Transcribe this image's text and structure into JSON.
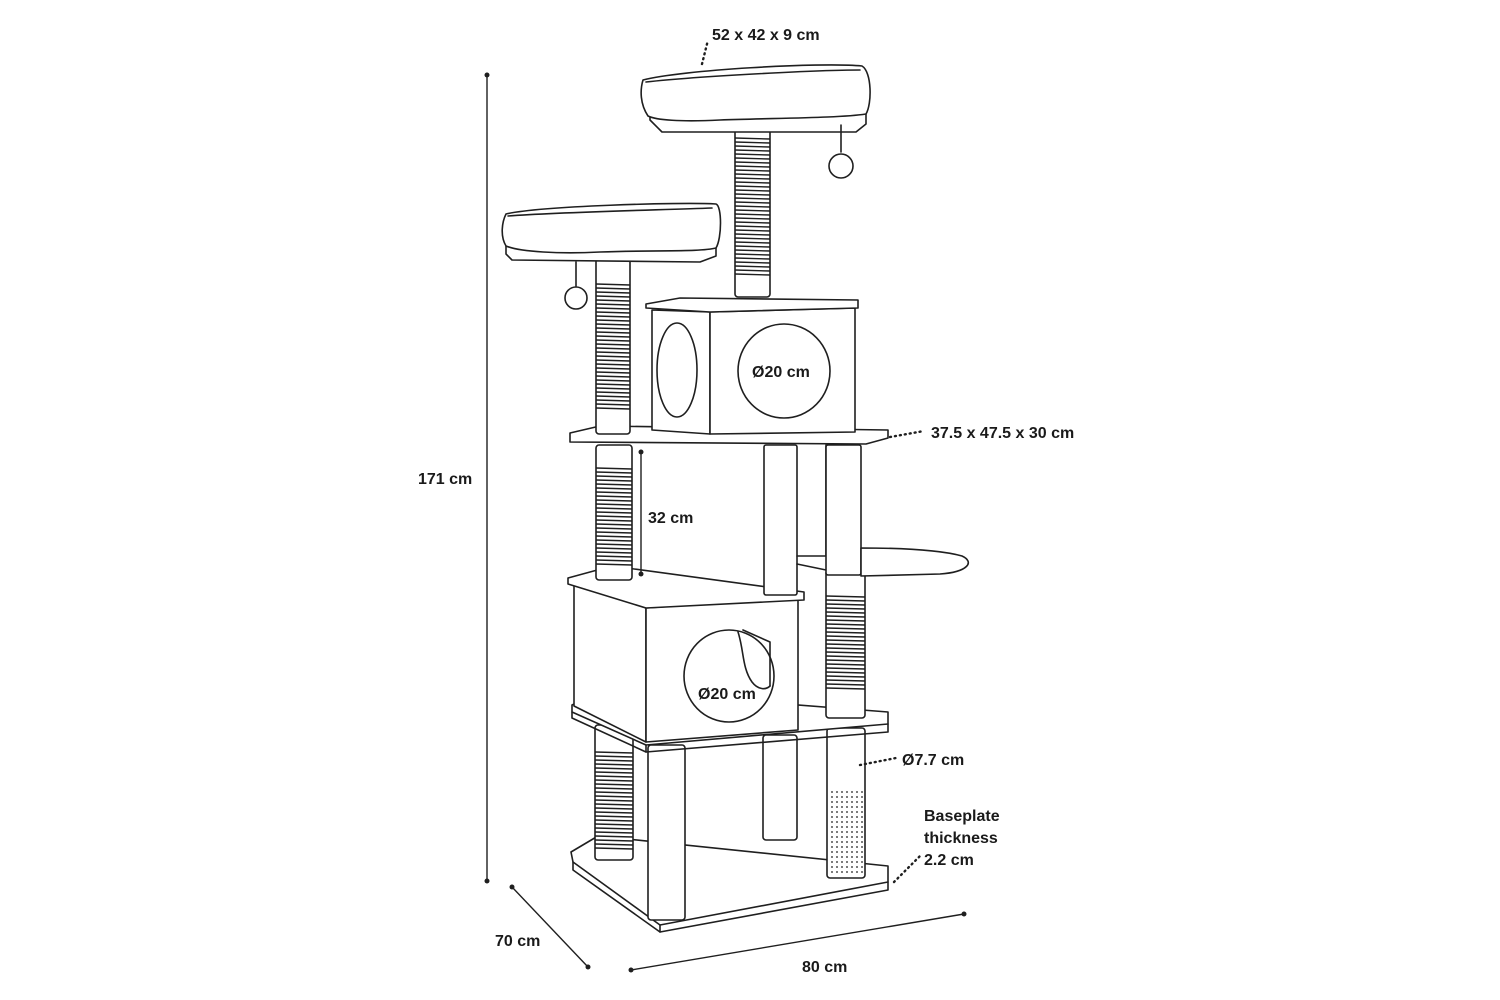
{
  "labels": {
    "top_platform": "52 x 42 x 9 cm",
    "upper_hole": "Ø20 cm",
    "upper_box": "37.5 x 47.5 x 30 cm",
    "height": "171 cm",
    "gap": "32 cm",
    "lower_hole": "Ø20 cm",
    "post_diameter": "Ø7.7 cm",
    "base_thickness_line1": "Baseplate",
    "base_thickness_line2": "thickness",
    "base_thickness_line3": "2.2 cm",
    "depth": "70 cm",
    "width": "80 cm"
  }
}
